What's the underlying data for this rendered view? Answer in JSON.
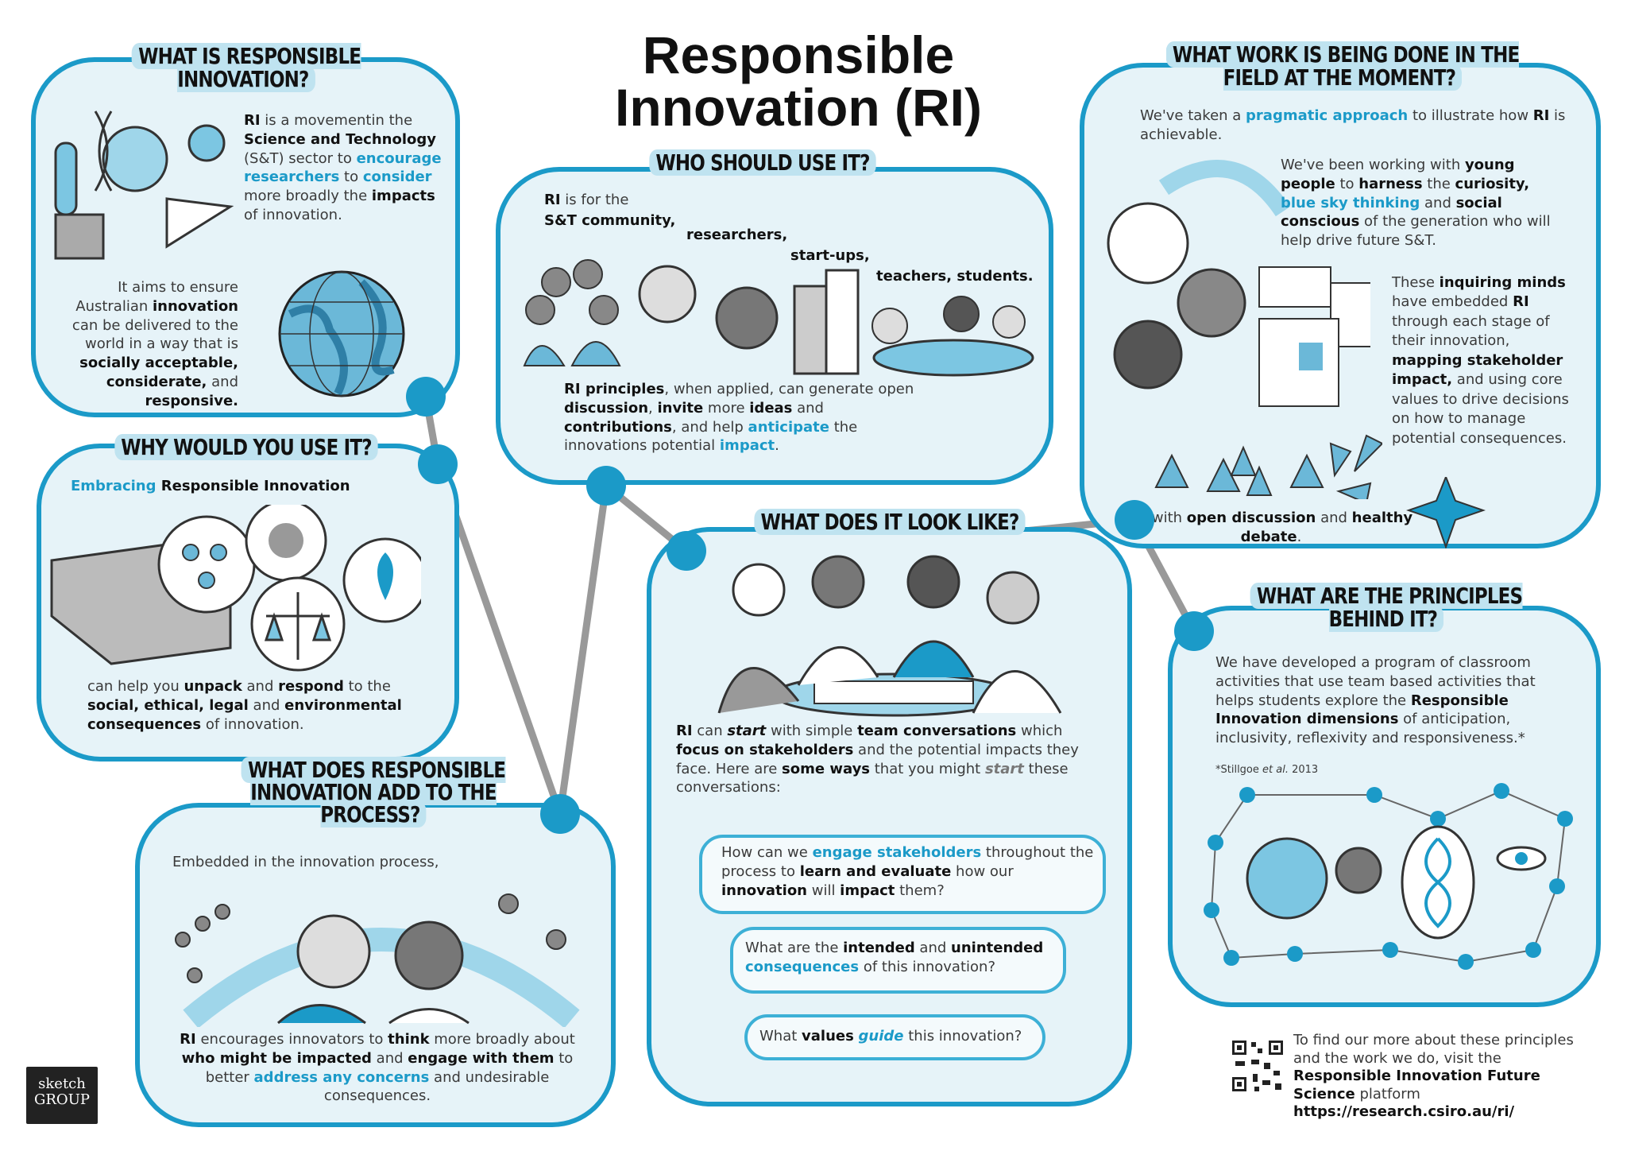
{
  "title": {
    "line1": "Responsible",
    "line2": "Innovation (RI)"
  },
  "colors": {
    "accent": "#1b9ac8",
    "panel": "#e6f3f8",
    "connector": "#999999"
  },
  "what_is": {
    "heading": "What is responsible innovation?",
    "p1": [
      {
        "t": "RI",
        "s": "b"
      },
      {
        "t": " is a movementin the "
      },
      {
        "t": "Science and Technology",
        "s": "b"
      },
      {
        "t": " (S&T) sector to "
      },
      {
        "t": "encourage researchers",
        "s": "c"
      },
      {
        "t": " to "
      },
      {
        "t": "consider",
        "s": "c"
      },
      {
        "t": " more broadly the "
      },
      {
        "t": "impacts",
        "s": "b"
      },
      {
        "t": " of innovation."
      }
    ],
    "p2": [
      {
        "t": "It aims to ensure Australian "
      },
      {
        "t": "innovation",
        "s": "b"
      },
      {
        "t": " can be delivered to the world in a way that is "
      },
      {
        "t": "socially acceptable, considerate,",
        "s": "b"
      },
      {
        "t": " and "
      },
      {
        "t": "responsive.",
        "s": "b"
      }
    ]
  },
  "why": {
    "heading": "Why would you use it?",
    "lead": [
      {
        "t": "Embracing",
        "s": "c"
      },
      {
        "t": " Responsible Innovation",
        "s": "b"
      }
    ],
    "p": [
      {
        "t": "can help you "
      },
      {
        "t": "unpack",
        "s": "b"
      },
      {
        "t": " and "
      },
      {
        "t": "respond",
        "s": "b"
      },
      {
        "t": " to the "
      },
      {
        "t": "social, ethical, legal",
        "s": "b"
      },
      {
        "t": " and "
      },
      {
        "t": "environmental consequences",
        "s": "b"
      },
      {
        "t": " of innovation."
      }
    ]
  },
  "add": {
    "heading": "What does responsible innovation add to the process?",
    "lead": [
      {
        "t": "Embedded in the innovation process,"
      }
    ],
    "p": [
      {
        "t": "RI",
        "s": "b"
      },
      {
        "t": " encourages innovators to "
      },
      {
        "t": "think",
        "s": "b"
      },
      {
        "t": " more broadly about "
      },
      {
        "t": "who might be impacted",
        "s": "b"
      },
      {
        "t": " and "
      },
      {
        "t": "engage with them",
        "s": "b"
      },
      {
        "t": " to better "
      },
      {
        "t": "address any concerns",
        "s": "c"
      },
      {
        "t": " and undesirable consequences."
      }
    ]
  },
  "who": {
    "heading": "Who should use it?",
    "l1": [
      {
        "t": "RI",
        "s": "b"
      },
      {
        "t": " is for the"
      }
    ],
    "l2": [
      {
        "t": "S&T community,",
        "s": "b"
      }
    ],
    "l3": [
      {
        "t": "researchers,",
        "s": "b"
      }
    ],
    "l4": [
      {
        "t": "start-ups,",
        "s": "b"
      }
    ],
    "l5": [
      {
        "t": "teachers, students.",
        "s": "b"
      }
    ],
    "p": [
      {
        "t": "RI principles",
        "s": "b"
      },
      {
        "t": ", when applied, can generate open "
      },
      {
        "t": "discussion",
        "s": "b"
      },
      {
        "t": ", "
      },
      {
        "t": "invite",
        "s": "b"
      },
      {
        "t": " more "
      },
      {
        "t": "ideas",
        "s": "b"
      },
      {
        "t": " and "
      },
      {
        "t": "contributions",
        "s": "b"
      },
      {
        "t": ", and help "
      },
      {
        "t": "anticipate",
        "s": "c"
      },
      {
        "t": " the innovations potential "
      },
      {
        "t": "impact",
        "s": "c"
      },
      {
        "t": "."
      }
    ]
  },
  "look": {
    "heading": "What does it look like?",
    "p": [
      {
        "t": "RI",
        "s": "b"
      },
      {
        "t": " can "
      },
      {
        "t": "start",
        "s": "bi"
      },
      {
        "t": " with simple "
      },
      {
        "t": "team conversations",
        "s": "b"
      },
      {
        "t": " which "
      },
      {
        "t": "focus on stakeholders",
        "s": "b"
      },
      {
        "t": " and the  potential impacts they face. Here are "
      },
      {
        "t": "some ways",
        "s": "b"
      },
      {
        "t": " that you might "
      },
      {
        "t": "start",
        "s": "g"
      },
      {
        "t": " these conversations:"
      }
    ],
    "q1": [
      {
        "t": "How can we "
      },
      {
        "t": "engage stakeholders",
        "s": "c"
      },
      {
        "t": " throughout the process to "
      },
      {
        "t": "learn and evaluate",
        "s": "b"
      },
      {
        "t": " how our "
      },
      {
        "t": "innovation",
        "s": "b"
      },
      {
        "t": " will "
      },
      {
        "t": "impact",
        "s": "b"
      },
      {
        "t": " them?"
      }
    ],
    "q2": [
      {
        "t": "What are the "
      },
      {
        "t": "intended",
        "s": "b"
      },
      {
        "t": " and "
      },
      {
        "t": "unintended",
        "s": "b"
      },
      {
        "t": " "
      },
      {
        "t": "consequences",
        "s": "c"
      },
      {
        "t": " of this innovation?"
      }
    ],
    "q3": [
      {
        "t": "What "
      },
      {
        "t": "values",
        "s": "b"
      },
      {
        "t": " "
      },
      {
        "t": "guide",
        "s": "ci"
      },
      {
        "t": " this innovation?"
      }
    ]
  },
  "work": {
    "heading": "What work is being done in the field at the moment?",
    "intro": [
      {
        "t": "We've taken a "
      },
      {
        "t": "pragmatic approach",
        "s": "c"
      },
      {
        "t": " to illustrate how "
      },
      {
        "t": "RI",
        "s": "b"
      },
      {
        "t": " is achievable."
      }
    ],
    "p1": [
      {
        "t": "We've been working with "
      },
      {
        "t": "young people",
        "s": "b"
      },
      {
        "t": " to "
      },
      {
        "t": "harness",
        "s": "b"
      },
      {
        "t": " the "
      },
      {
        "t": "curiosity,",
        "s": "b"
      },
      {
        "t": " "
      },
      {
        "t": "blue sky thinking",
        "s": "c"
      },
      {
        "t": " and "
      },
      {
        "t": "social conscious",
        "s": "b"
      },
      {
        "t": " of the generation who will help drive future S&T."
      }
    ],
    "p2": [
      {
        "t": "These "
      },
      {
        "t": "inquiring minds",
        "s": "b"
      },
      {
        "t": " have embedded "
      },
      {
        "t": "RI",
        "s": "b"
      },
      {
        "t": " through each stage of their innovation, "
      },
      {
        "t": "mapping stakeholder impact,",
        "s": "b"
      },
      {
        "t": " and using core values to drive decisions on how to manage potential consequences."
      }
    ],
    "footer": [
      {
        "t": "All with "
      },
      {
        "t": "open discussion",
        "s": "b"
      },
      {
        "t": " and "
      },
      {
        "t": "healthy debate",
        "s": "b"
      },
      {
        "t": "."
      }
    ]
  },
  "principles": {
    "heading": "What are the principles behind it?",
    "p": [
      {
        "t": "We have developed a program of classroom activities that use team based activities that helps students explore the "
      },
      {
        "t": "Responsible Innovation dimensions",
        "s": "b"
      },
      {
        "t": " of anticipation, inclusivity, reflexivity and responsiveness.*"
      }
    ],
    "cite": [
      {
        "t": "*Stillgoe ",
        "s": "s"
      },
      {
        "t": "et al.",
        "s": "s i"
      },
      {
        "t": "  2013",
        "s": "s"
      }
    ]
  },
  "footer": {
    "p": [
      {
        "t": "To find our more about these principles and the work we do, visit the "
      },
      {
        "t": "Responsible Innovation Future Science",
        "s": "b"
      },
      {
        "t": " platform "
      },
      {
        "t": "https://research.csiro.au/ri/",
        "s": "b"
      }
    ],
    "logo_text": "sketch GROUP"
  }
}
